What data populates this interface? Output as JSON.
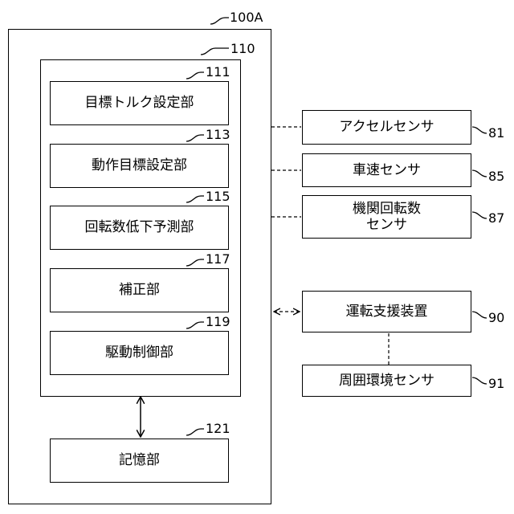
{
  "outer_frame": {
    "ref": "100A"
  },
  "inner_frame": {
    "ref": "110"
  },
  "inner_blocks": [
    {
      "ref": "111",
      "label": "目標トルク設定部"
    },
    {
      "ref": "113",
      "label": "動作目標設定部"
    },
    {
      "ref": "115",
      "label": "回転数低下予測部"
    },
    {
      "ref": "117",
      "label": "補正部"
    },
    {
      "ref": "119",
      "label": "駆動制御部"
    }
  ],
  "storage": {
    "ref": "121",
    "label": "記憶部"
  },
  "external": [
    {
      "ref": "81",
      "label": "アクセルセンサ"
    },
    {
      "ref": "85",
      "label": "車速センサ"
    },
    {
      "ref": "87",
      "label_line1": "機関回転数",
      "label_line2": "センサ"
    },
    {
      "ref": "90",
      "label": "運転支援装置"
    },
    {
      "ref": "91",
      "label": "周囲環境センサ"
    }
  ]
}
